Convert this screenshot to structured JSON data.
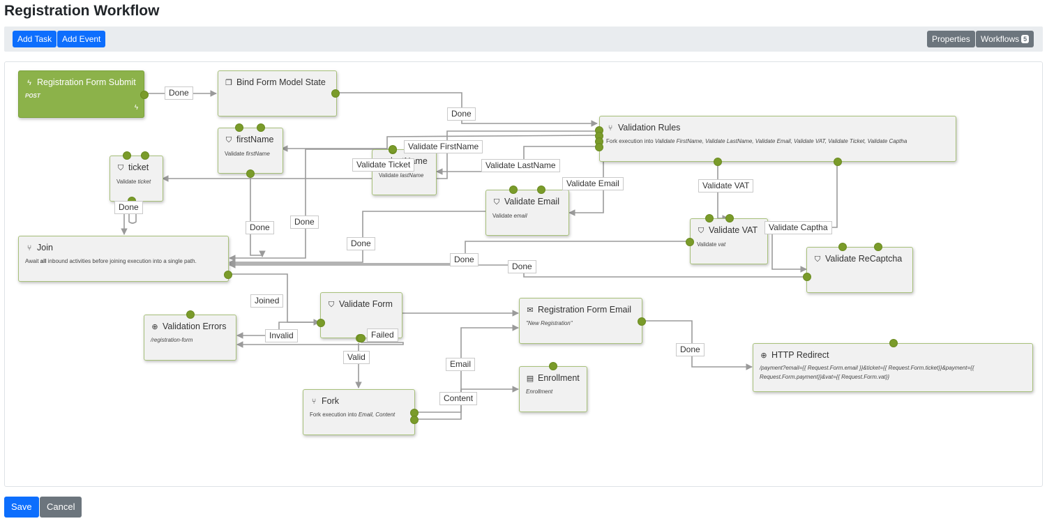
{
  "page": {
    "title": "Registration Workflow"
  },
  "toolbar": {
    "add_task": "Add Task",
    "add_event": "Add Event",
    "properties": "Properties",
    "workflows": "Workflows",
    "workflows_count": "5"
  },
  "nodes": {
    "registration_form_submit": {
      "title": "Registration Form Submit",
      "desc": "POST",
      "icon": "bolt-icon"
    },
    "bind_form_model_state": {
      "title": "Bind Form Model State",
      "icon": "copy-icon"
    },
    "validation_rules": {
      "title": "Validation Rules",
      "desc_prefix": "Fork execution into ",
      "desc_list": "Validate FirstName, Validate LastName, Validate Email, Validate VAT, Validate Ticket, Validate Captha",
      "icon": "fork-icon"
    },
    "first_name": {
      "title": "firstName",
      "desc_prefix": "Validate ",
      "desc_value": "firstName",
      "icon": "shield-icon"
    },
    "last_name": {
      "title": "lastName",
      "desc_prefix": "Validate ",
      "desc_value": "lastName",
      "icon": "shield-icon"
    },
    "ticket": {
      "title": "ticket",
      "desc_prefix": "Validate ",
      "desc_value": "ticket",
      "icon": "shield-icon"
    },
    "validate_email": {
      "title": "Validate Email",
      "desc_prefix": "Validate ",
      "desc_value": "email",
      "icon": "shield-icon"
    },
    "validate_vat": {
      "title": "Validate VAT",
      "desc_prefix": "Validate ",
      "desc_value": "vat",
      "icon": "shield-icon"
    },
    "validate_recaptcha": {
      "title": "Validate ReCaptcha",
      "icon": "shield-icon"
    },
    "join": {
      "title": "Join",
      "desc_prefix": "Await ",
      "desc_bold": "all",
      "desc_suffix": " inbound activities before joining execution into a single path.",
      "icon": "fork-icon"
    },
    "validate_form": {
      "title": "Validate Form",
      "icon": "shield-icon"
    },
    "validation_errors": {
      "title": "Validation Errors",
      "desc": "/registration-form",
      "icon": "globe-icon"
    },
    "registration_form_email": {
      "title": "Registration Form Email",
      "desc": "\"New Registration\"",
      "icon": "envelope-icon"
    },
    "http_redirect": {
      "title": "HTTP Redirect",
      "desc_line1": "/payment?email={{ Request.Form.email }}&ticket={{ Request.Form.ticket}}&payment={{",
      "desc_line2": "Request.Form.payment}}&vat={{ Request.Form.vat}}",
      "icon": "globe-icon"
    },
    "fork": {
      "title": "Fork",
      "desc_prefix": "Fork execution into ",
      "desc_list": "Email, Content",
      "icon": "fork-icon"
    },
    "enrollment": {
      "title": "Enrollment",
      "desc": "Enrollment",
      "icon": "document-icon"
    }
  },
  "edge_labels": {
    "submit_done": "Done",
    "bind_done": "Done",
    "validate_firstname": "Validate FirstName",
    "validate_ticket": "Validate Ticket",
    "validate_lastname": "Validate LastName",
    "validate_email": "Validate Email",
    "validate_vat": "Validate VAT",
    "validate_captha": "Validate Captha",
    "ticket_done": "Done",
    "firstname_done": "Done",
    "lastname_done": "Done",
    "email_done": "Done",
    "vat_done": "Done",
    "recaptcha_done": "Done",
    "joined": "Joined",
    "invalid": "Invalid",
    "failed": "Failed",
    "valid": "Valid",
    "email": "Email",
    "content": "Content",
    "regmail_done": "Done"
  },
  "footer": {
    "save": "Save",
    "cancel": "Cancel"
  },
  "colors": {
    "primary": "#0d6efd",
    "secondary": "#6c757d",
    "port": "#7a9b2a",
    "trigger": "#8cb24a"
  }
}
